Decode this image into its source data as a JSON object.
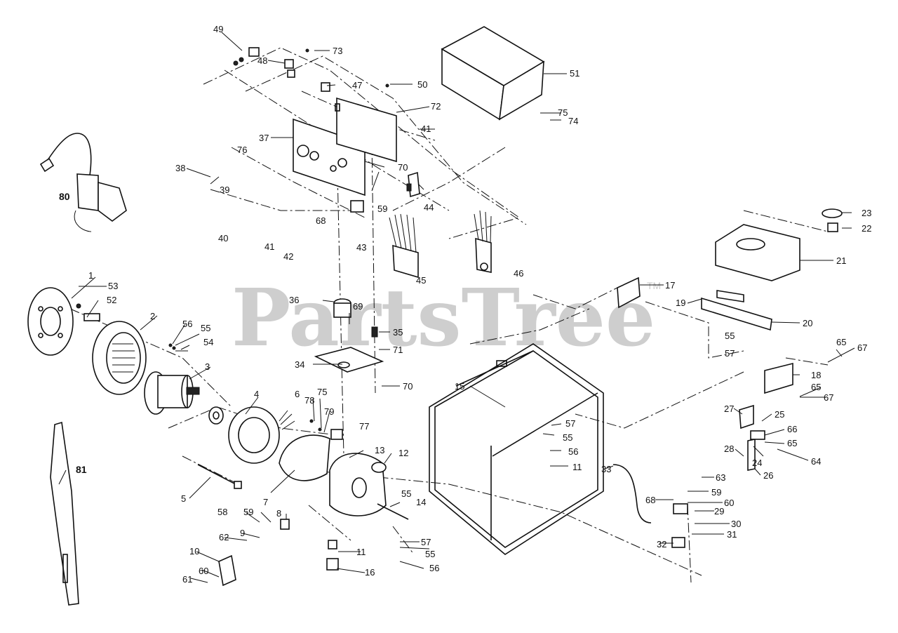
{
  "watermark": {
    "text": "PartsTree",
    "tm": "TM"
  },
  "callouts": [
    {
      "id": "49",
      "text": "49"
    },
    {
      "id": "73",
      "text": "73"
    },
    {
      "id": "48",
      "text": "48"
    },
    {
      "id": "47",
      "text": "47"
    },
    {
      "id": "50",
      "text": "50"
    },
    {
      "id": "51",
      "text": "51"
    },
    {
      "id": "72",
      "text": "72"
    },
    {
      "id": "75a",
      "text": "75"
    },
    {
      "id": "74",
      "text": "74"
    },
    {
      "id": "37",
      "text": "37"
    },
    {
      "id": "41a",
      "text": "41"
    },
    {
      "id": "76a",
      "text": "76"
    },
    {
      "id": "70a",
      "text": "70"
    },
    {
      "id": "38",
      "text": "38"
    },
    {
      "id": "39",
      "text": "39"
    },
    {
      "id": "59a",
      "text": "59"
    },
    {
      "id": "44",
      "text": "44"
    },
    {
      "id": "80",
      "text": "80"
    },
    {
      "id": "40",
      "text": "40"
    },
    {
      "id": "41b",
      "text": "41"
    },
    {
      "id": "42",
      "text": "42"
    },
    {
      "id": "68a",
      "text": "68"
    },
    {
      "id": "43",
      "text": "43"
    },
    {
      "id": "45",
      "text": "45"
    },
    {
      "id": "46",
      "text": "46"
    },
    {
      "id": "23",
      "text": "23"
    },
    {
      "id": "22",
      "text": "22"
    },
    {
      "id": "21",
      "text": "21"
    },
    {
      "id": "1",
      "text": "1"
    },
    {
      "id": "53",
      "text": "53"
    },
    {
      "id": "52",
      "text": "52"
    },
    {
      "id": "36",
      "text": "36"
    },
    {
      "id": "69",
      "text": "69"
    },
    {
      "id": "17",
      "text": "17"
    },
    {
      "id": "19",
      "text": "19"
    },
    {
      "id": "20",
      "text": "20"
    },
    {
      "id": "2",
      "text": "2"
    },
    {
      "id": "56a",
      "text": "56"
    },
    {
      "id": "55a",
      "text": "55"
    },
    {
      "id": "54",
      "text": "54"
    },
    {
      "id": "35",
      "text": "35"
    },
    {
      "id": "55b",
      "text": "55"
    },
    {
      "id": "57a",
      "text": "57"
    },
    {
      "id": "65a",
      "text": "65"
    },
    {
      "id": "67a",
      "text": "67"
    },
    {
      "id": "71",
      "text": "71"
    },
    {
      "id": "3",
      "text": "3"
    },
    {
      "id": "34",
      "text": "34"
    },
    {
      "id": "18",
      "text": "18"
    },
    {
      "id": "15",
      "text": "15"
    },
    {
      "id": "70b",
      "text": "70"
    },
    {
      "id": "65b",
      "text": "65"
    },
    {
      "id": "67b",
      "text": "67"
    },
    {
      "id": "4",
      "text": "4"
    },
    {
      "id": "6",
      "text": "6"
    },
    {
      "id": "75b",
      "text": "75"
    },
    {
      "id": "78",
      "text": "78"
    },
    {
      "id": "79",
      "text": "79"
    },
    {
      "id": "27",
      "text": "27"
    },
    {
      "id": "25",
      "text": "25"
    },
    {
      "id": "57b",
      "text": "57"
    },
    {
      "id": "77",
      "text": "77"
    },
    {
      "id": "66",
      "text": "66"
    },
    {
      "id": "55c",
      "text": "55"
    },
    {
      "id": "65c",
      "text": "65"
    },
    {
      "id": "81",
      "text": "81"
    },
    {
      "id": "13",
      "text": "13"
    },
    {
      "id": "12",
      "text": "12"
    },
    {
      "id": "56b",
      "text": "56"
    },
    {
      "id": "28",
      "text": "28"
    },
    {
      "id": "24",
      "text": "24"
    },
    {
      "id": "64",
      "text": "64"
    },
    {
      "id": "11a",
      "text": "11"
    },
    {
      "id": "26",
      "text": "26"
    },
    {
      "id": "33",
      "text": "33"
    },
    {
      "id": "5",
      "text": "5"
    },
    {
      "id": "7",
      "text": "7"
    },
    {
      "id": "55d",
      "text": "55"
    },
    {
      "id": "14",
      "text": "14"
    },
    {
      "id": "63",
      "text": "63"
    },
    {
      "id": "59b",
      "text": "59"
    },
    {
      "id": "68b",
      "text": "68"
    },
    {
      "id": "60a",
      "text": "60"
    },
    {
      "id": "29",
      "text": "29"
    },
    {
      "id": "58",
      "text": "58"
    },
    {
      "id": "59c",
      "text": "59"
    },
    {
      "id": "8",
      "text": "8"
    },
    {
      "id": "30",
      "text": "30"
    },
    {
      "id": "9",
      "text": "9"
    },
    {
      "id": "62",
      "text": "62"
    },
    {
      "id": "57c",
      "text": "57"
    },
    {
      "id": "31",
      "text": "31"
    },
    {
      "id": "11b",
      "text": "11"
    },
    {
      "id": "55e",
      "text": "55"
    },
    {
      "id": "32",
      "text": "32"
    },
    {
      "id": "10",
      "text": "10"
    },
    {
      "id": "56c",
      "text": "56"
    },
    {
      "id": "16",
      "text": "16"
    },
    {
      "id": "60b",
      "text": "60"
    },
    {
      "id": "61",
      "text": "61"
    }
  ]
}
